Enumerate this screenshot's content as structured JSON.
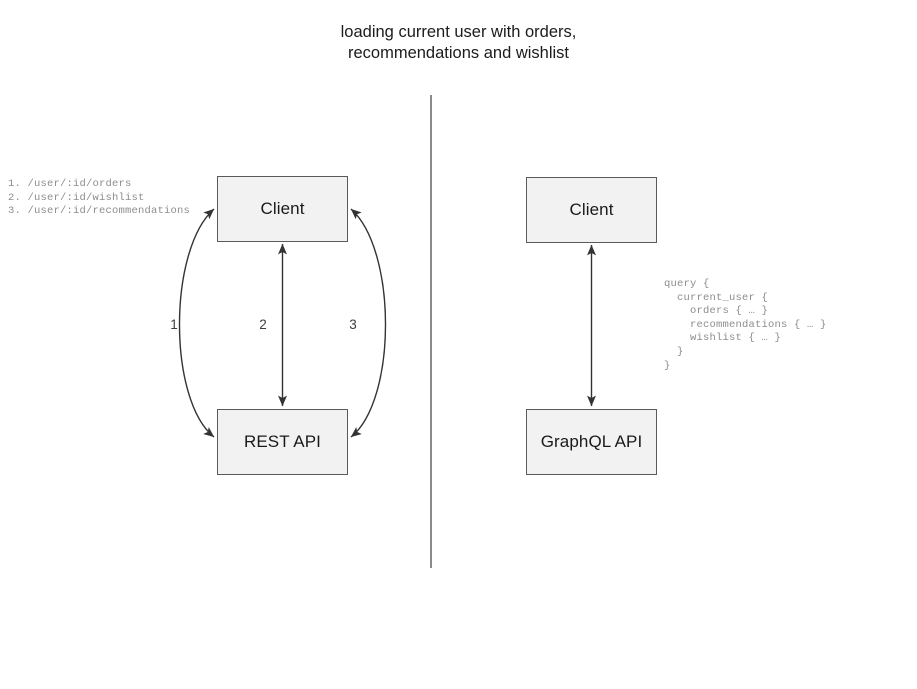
{
  "title": "loading current user with orders,\nrecommendations and wishlist",
  "divider": {
    "name": "vertical-divider",
    "color": "#8a8a8a"
  },
  "rest_side": {
    "endpoints_label": "1. /user/:id/orders\n2. /user/:id/wishlist\n3. /user/:id/recommendations",
    "endpoints": [
      {
        "number": "1.",
        "path": "/user/:id/orders"
      },
      {
        "number": "2.",
        "path": "/user/:id/wishlist"
      },
      {
        "number": "3.",
        "path": "/user/:id/recommendations"
      }
    ],
    "nodes": [
      {
        "id": "client",
        "label": "Client"
      },
      {
        "id": "rest-api",
        "label": "REST API"
      }
    ],
    "edges": [
      {
        "id": "edge-1",
        "label": "1",
        "from": "client",
        "to": "rest-api",
        "shape": "curve-left",
        "arrowheads": "both"
      },
      {
        "id": "edge-2",
        "label": "2",
        "from": "client",
        "to": "rest-api",
        "shape": "straight",
        "arrowheads": "both"
      },
      {
        "id": "edge-3",
        "label": "3",
        "from": "client",
        "to": "rest-api",
        "shape": "curve-right",
        "arrowheads": "both"
      }
    ]
  },
  "graphql_side": {
    "nodes": [
      {
        "id": "client",
        "label": "Client"
      },
      {
        "id": "graphql-api",
        "label": "GraphQL API"
      }
    ],
    "edges": [
      {
        "id": "edge-gql",
        "label": "",
        "from": "client",
        "to": "graphql-api",
        "shape": "straight",
        "arrowheads": "both"
      }
    ],
    "query": "query {\n  current_user {\n    orders { … }\n    recommendations { … }\n    wishlist { … }\n  }\n}"
  },
  "style": {
    "node_fill": "#f2f2f2",
    "node_border": "#5a5a5a",
    "edge_color": "#333333",
    "code_color": "#8d8d8d",
    "title_color": "#1c1c1c"
  }
}
